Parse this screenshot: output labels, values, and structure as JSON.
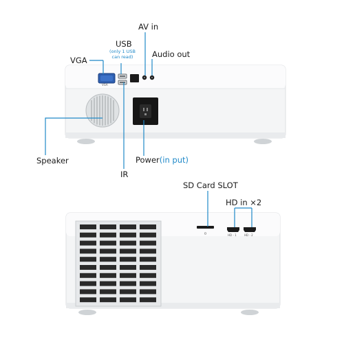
{
  "labels": {
    "vga": "VGA",
    "usb": "USB",
    "usb_note_line1": "(only 1 USB",
    "usb_note_line2": "can read)",
    "av_in": "AV in",
    "audio_out": "Audio out",
    "speaker": "Speaker",
    "ir": "IR",
    "power": "Power",
    "power_suffix": "(in put)",
    "sd_card": "SD Card SLOT",
    "hd_in": "HD in ×2"
  },
  "port_marks": {
    "vga_tag": "VGA",
    "hd1_tag": "HD - 1",
    "hd2_tag": "HD - 2"
  },
  "colors": {
    "callout": "#1e88c8",
    "body": "#f4f5f6",
    "body_edge": "#d9dcdf",
    "vga_port": "#2f5fb0",
    "dark_port": "#1b1b1b"
  }
}
